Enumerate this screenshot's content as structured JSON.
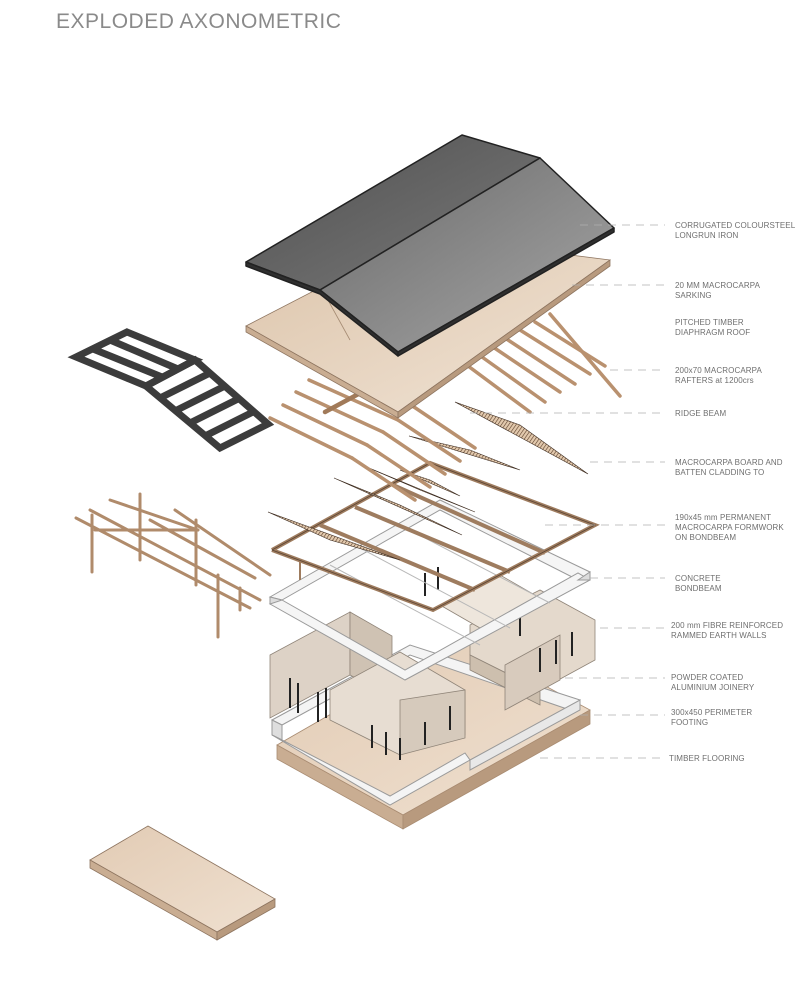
{
  "title": "EXPLODED AXONOMETRIC",
  "colors": {
    "roof": "#6b6b6b",
    "roof_dark": "#3e3e3e",
    "sarking": "#e6d3bd",
    "timber": "#c9a98a",
    "earth_wall": "#ddd2c6",
    "concrete": "#f2f2f2",
    "label": "#6f6f6f",
    "leader": "#b0b0b0"
  },
  "labels": [
    {
      "id": "corrugated",
      "lines": [
        "CORRUGATED COLOURSTEEL",
        "LONGRUN IRON"
      ]
    },
    {
      "id": "sarking",
      "lines": [
        "20 MM MACROCARPA",
        "SARKING"
      ]
    },
    {
      "id": "diaphragm",
      "lines": [
        "PITCHED TIMBER",
        "DIAPHRAGM ROOF"
      ]
    },
    {
      "id": "rafters",
      "lines": [
        "200x70 MACROCARPA",
        "RAFTERS at 1200crs"
      ]
    },
    {
      "id": "ridge",
      "lines": [
        "RIDGE BEAM"
      ]
    },
    {
      "id": "cladding",
      "lines": [
        "MACROCARPA BOARD AND",
        "BATTEN CLADDING TO"
      ]
    },
    {
      "id": "formwork",
      "lines": [
        "190x45 mm PERMANENT",
        "MACROCARPA FORMWORK",
        "ON BONDBEAM"
      ]
    },
    {
      "id": "bondbeam",
      "lines": [
        "CONCRETE",
        "BONDBEAM"
      ]
    },
    {
      "id": "earth-walls",
      "lines": [
        "200 mm FIBRE REINFORCED",
        "RAMMED EARTH WALLS"
      ]
    },
    {
      "id": "joinery",
      "lines": [
        "POWDER COATED",
        "ALUMINIUM JOINERY"
      ]
    },
    {
      "id": "footing",
      "lines": [
        "300x450 PERIMETER",
        "FOOTING"
      ]
    },
    {
      "id": "flooring",
      "lines": [
        "TIMBER FLOORING"
      ]
    }
  ]
}
